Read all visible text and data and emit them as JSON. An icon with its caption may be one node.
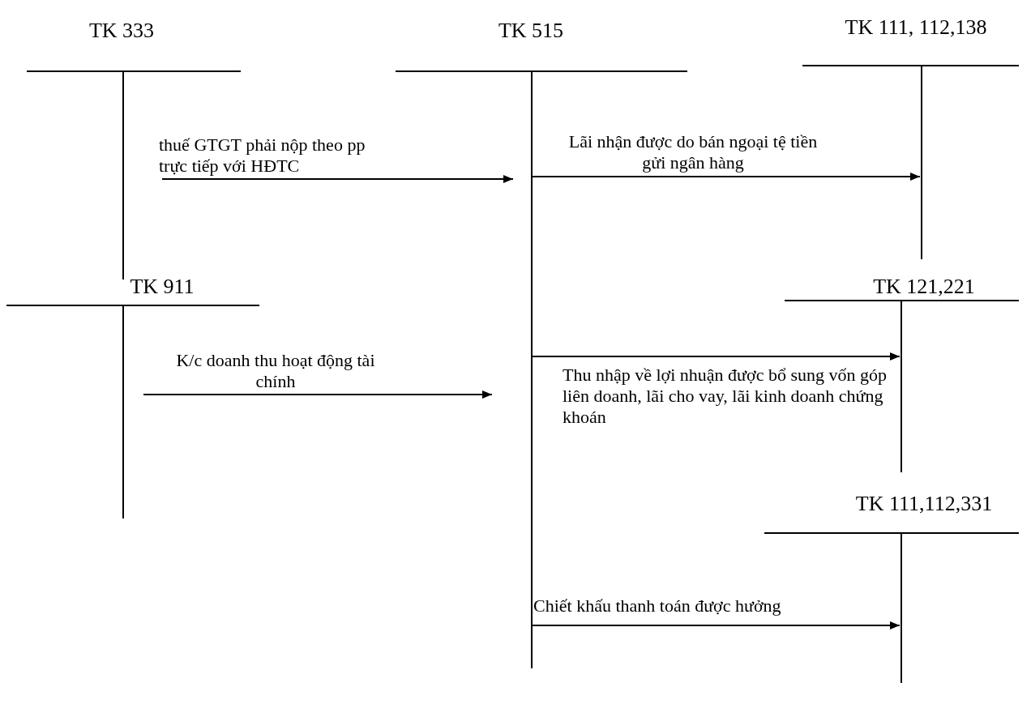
{
  "diagram": {
    "nodes": [
      {
        "text": [
          "TK 333"
        ]
      },
      {
        "text": [
          "TK 515"
        ]
      },
      {
        "text": [
          "TK 111, 112,138"
        ]
      },
      {
        "text": [
          "TK 911"
        ]
      },
      {
        "text": [
          "TK 121,221"
        ]
      },
      {
        "text": [
          "TK 111,112,331"
        ]
      }
    ],
    "edges": [
      {
        "from": 0,
        "to": 1,
        "arrow": "to",
        "label": "thuế GTGT phải nộp theo pp trực tiếp với HĐTC"
      },
      {
        "from": 1,
        "to": 2,
        "arrow": "to",
        "label": "Lãi nhận được do bán ngoại tệ tiền gửi ngân hàng"
      },
      {
        "from": 3,
        "to": 1,
        "arrow": "to",
        "label": "K/c doanh thu hoạt động tài chính"
      },
      {
        "from": 1,
        "to": 4,
        "arrow": "to",
        "label": "Thu nhập về lợi nhuận được bổ sung vốn góp liên doanh, lãi cho vay, lãi kinh doanh chứng khoán"
      },
      {
        "from": 1,
        "to": 5,
        "arrow": "to",
        "label": "Chiết khấu thanh toán được hưởng"
      }
    ]
  }
}
